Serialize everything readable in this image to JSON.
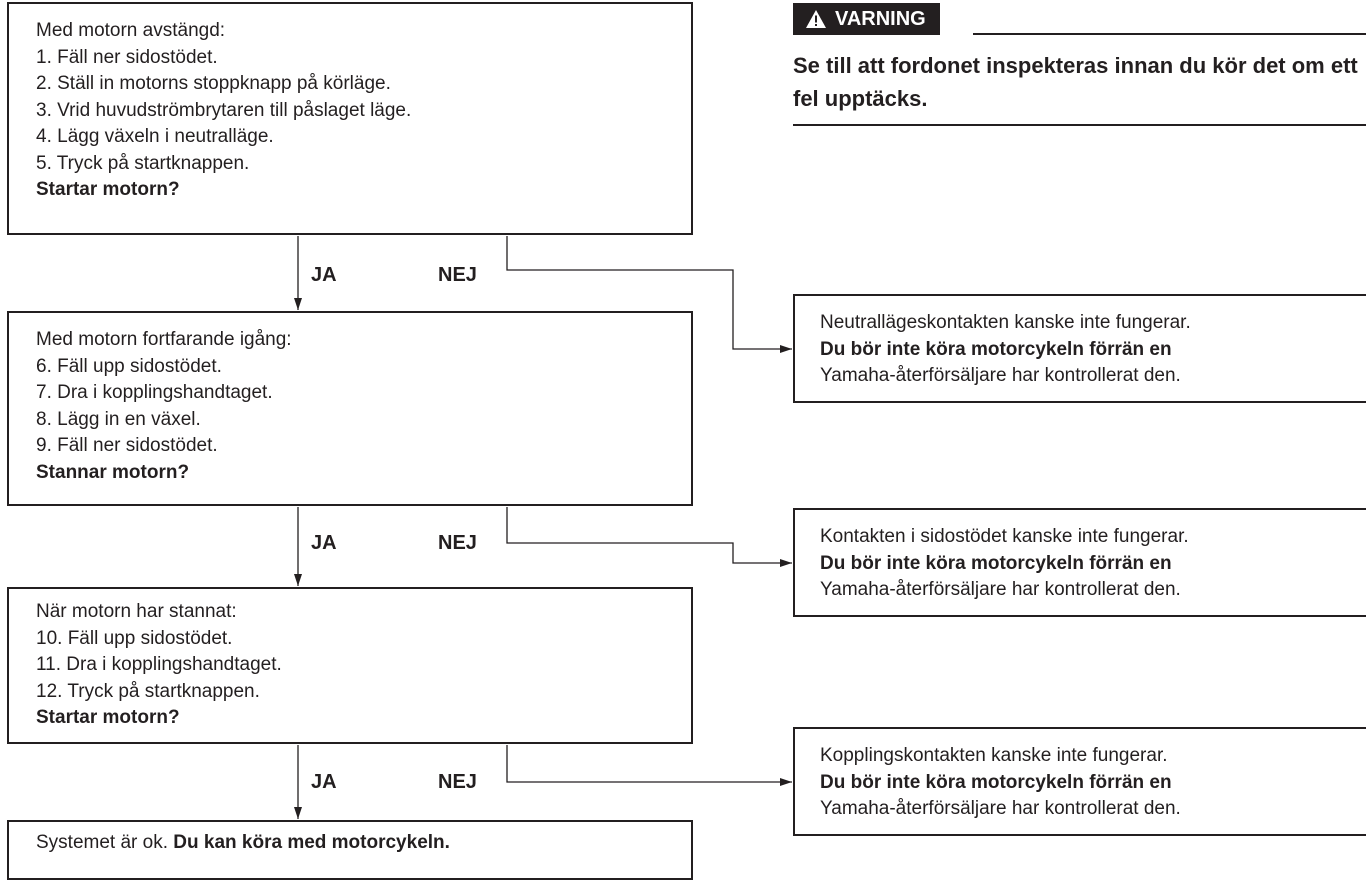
{
  "flow": {
    "step1": {
      "lines": [
        "Med motorn avstängd:",
        "1. Fäll ner sidostödet.",
        "2. Ställ in motorns stoppknapp på körläge.",
        "3. Vrid huvudströmbrytaren till påslaget läge.",
        "4. Lägg växeln i neutralläge.",
        "5. Tryck på startknappen."
      ],
      "question": "Startar motorn?"
    },
    "step2": {
      "lines": [
        "Med motorn fortfarande igång:",
        "6. Fäll upp sidostödet.",
        "7. Dra i kopplingshandtaget.",
        "8. Lägg in en växel.",
        "9. Fäll ner sidostödet."
      ],
      "question": "Stannar motorn?"
    },
    "step3": {
      "lines": [
        "När motorn har stannat:",
        "10. Fäll upp sidostödet.",
        "11. Dra i kopplingshandtaget.",
        "12. Tryck på startknappen."
      ],
      "question": "Startar motorn?"
    },
    "result": {
      "normal": "Systemet är ok. ",
      "bold": "Du kan köra med motorcykeln."
    },
    "yes_label": "JA",
    "no_label": "NEJ"
  },
  "faults": [
    {
      "line1": "Neutrallägeskontakten kanske inte fungerar.",
      "line2": "Du bör inte köra motorcykeln förrän en",
      "line3": "Yamaha-återförsäljare har kontrollerat den."
    },
    {
      "line1": "Kontakten i sidostödet kanske inte fungerar.",
      "line2": "Du bör inte köra motorcykeln förrän en",
      "line3": "Yamaha-återförsäljare har kontrollerat den."
    },
    {
      "line1": "Kopplingskontakten kanske inte fungerar.",
      "line2": "Du bör inte köra motorcykeln förrän en",
      "line3": "Yamaha-återförsäljare har kontrollerat den."
    }
  ],
  "warning": {
    "label": "VARNING",
    "icon": "warning-triangle-icon",
    "text": "Se till att fordonet inspekteras innan du kör det om ett fel upptäcks."
  },
  "colors": {
    "ink": "#231f20",
    "background": "#ffffff"
  }
}
